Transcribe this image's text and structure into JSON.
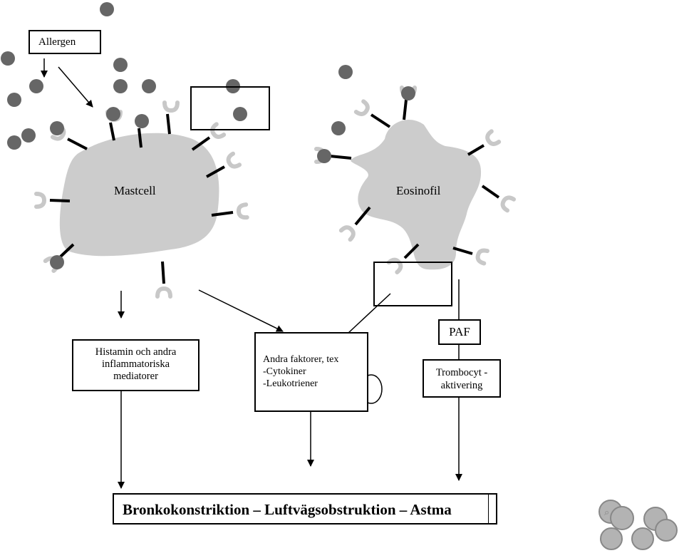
{
  "allergen": {
    "label": "Allergen"
  },
  "cells": {
    "mastcell": "Mastcell",
    "eosinofil": "Eosinofil"
  },
  "boxes": {
    "histamin": [
      "Histamin  och  andra",
      "inflammatoriska",
      "mediatorer"
    ],
    "andra": [
      "Andra  faktorer,  tex",
      "-Cytokiner",
      "-Leukotriener"
    ],
    "paf": "PAF",
    "trombocyt": [
      "Trombocyt -",
      "aktivering"
    ]
  },
  "result": "Bronkokonstriktion – Luftvägsobstruktion – Astma",
  "colors": {
    "cell_fill": "#cccccc",
    "allergen_dot": "#666666",
    "line": "#000000",
    "pill": "#b3b3b3"
  }
}
